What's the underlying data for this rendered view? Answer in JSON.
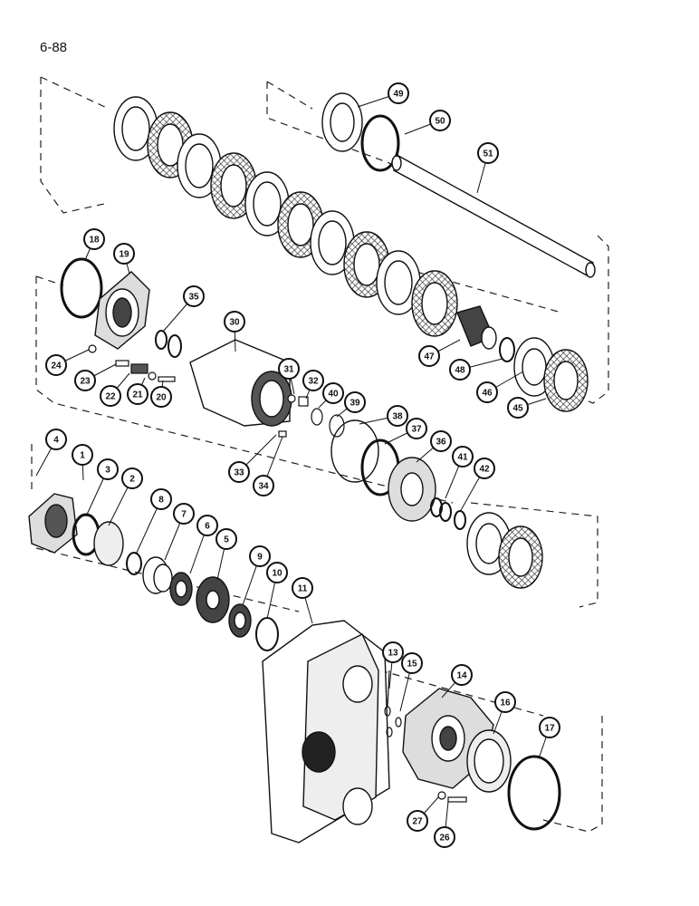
{
  "page": {
    "number": "6-88"
  },
  "callouts": [
    "1",
    "2",
    "3",
    "4",
    "5",
    "6",
    "7",
    "8",
    "9",
    "10",
    "11",
    "13",
    "14",
    "15",
    "16",
    "17",
    "18",
    "19",
    "20",
    "21",
    "22",
    "23",
    "24",
    "26",
    "27",
    "30",
    "31",
    "32",
    "33",
    "34",
    "35",
    "36",
    "37",
    "38",
    "39",
    "40",
    "41",
    "42",
    "45",
    "46",
    "47",
    "48",
    "49",
    "50",
    "51"
  ]
}
